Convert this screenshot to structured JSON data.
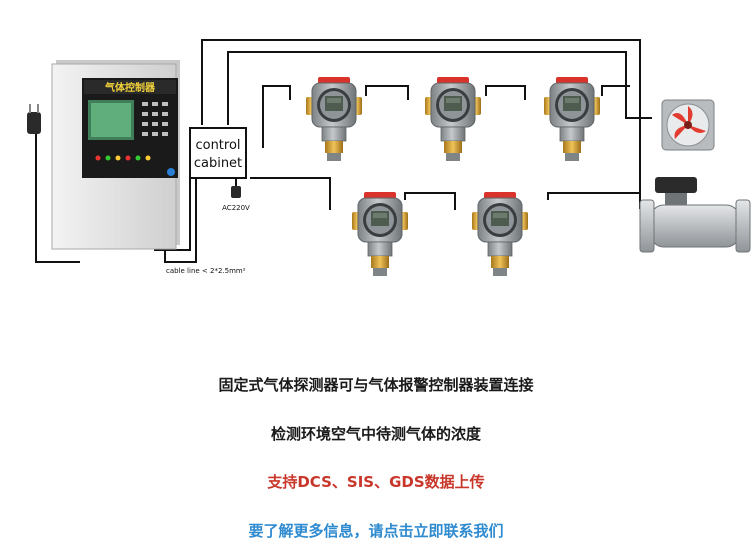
{
  "controller": {
    "panel_title": "气体控制器"
  },
  "control_cabinet": {
    "line1": "control",
    "line2": "cabinet"
  },
  "power": {
    "label": "AC220V"
  },
  "cable": {
    "label": "cable line < 2*2.5mm²"
  },
  "captions": {
    "line1": "固定式气体探测器可与气体报警控制器装置连接",
    "line2": "检测环境空气中待测气体的浓度",
    "line3": "支持DCS、SIS、GDS数据上传",
    "line4": "要了解更多信息，请点击立即联系我们"
  },
  "colors": {
    "caption_dark": "#1a1a1a",
    "caption_red": "#c9372b",
    "caption_blue": "#2f8bd0",
    "controller_body": "#dcdcdc",
    "detector_body": "#9ea3a6",
    "detector_base": "#d8a63a",
    "fan_blade": "#e23b2f",
    "wire": "#111111"
  }
}
